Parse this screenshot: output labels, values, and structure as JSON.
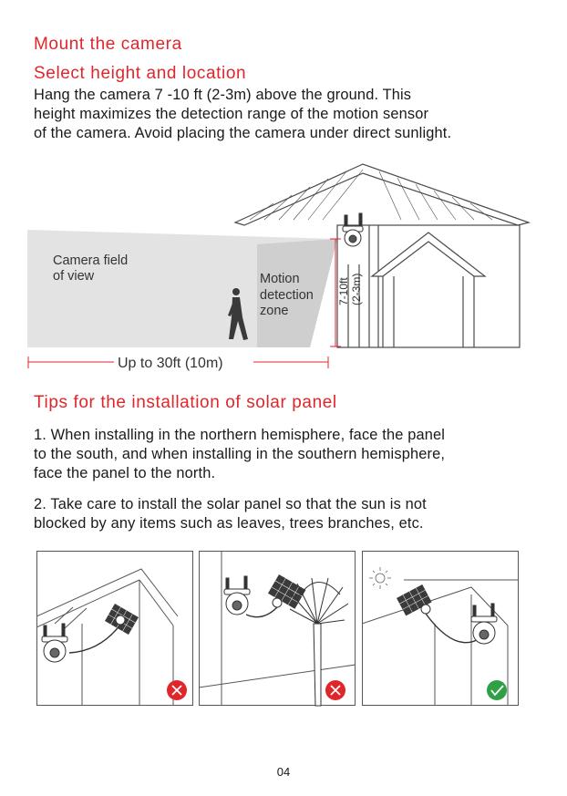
{
  "page": {
    "title": "Mount the camera",
    "section1": {
      "heading": "Select height and location",
      "lines": [
        "Hang the camera 7 -10 ft (2-3m) above the ground. This",
        "height maximizes the detection range of the motion sensor",
        "of the camera. Avoid placing the camera under direct sunlight."
      ]
    },
    "diagram": {
      "field_of_view_line1": "Camera field",
      "field_of_view_line2": "of view",
      "motion_line1": "Motion",
      "motion_line2": "detection",
      "motion_line3": "zone",
      "height_line1": "7-10ft",
      "height_line2": "(2-3m)",
      "range_label": "Up to 30ft (10m)"
    },
    "section2": {
      "heading": "Tips for the installation of solar panel",
      "tip1": [
        "1. When installing in the northern hemisphere, face the panel",
        "to the south, and when installing in the southern hemisphere,",
        "face the panel to the north."
      ],
      "tip2": [
        "2. Take care to install the solar panel so that the sun is not",
        "blocked by any items such as leaves, trees branches, etc."
      ]
    },
    "page_number": "04"
  },
  "colors": {
    "accent_red": "#e0262b",
    "ok_green": "#2fa043",
    "shade": "#d9d9d9"
  },
  "panels": [
    {
      "status": "incorrect",
      "icon": "red-x-icon"
    },
    {
      "status": "incorrect",
      "icon": "red-x-icon"
    },
    {
      "status": "correct",
      "icon": "green-check-icon"
    }
  ]
}
